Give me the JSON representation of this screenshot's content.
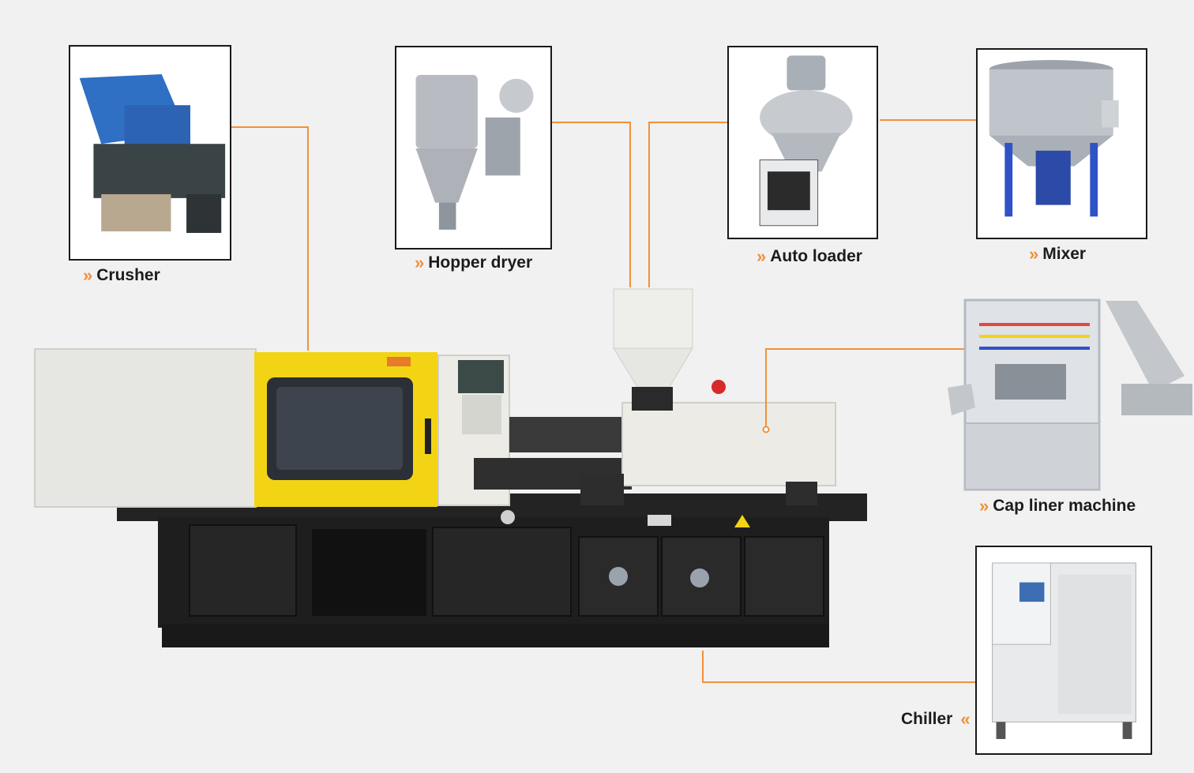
{
  "colors": {
    "connector": "#f0913a",
    "machine_yellow": "#f2d414",
    "machine_black": "#1f1f1f"
  },
  "labels": {
    "crusher": "Crusher",
    "hopper_dryer": "Hopper dryer",
    "auto_loader": "Auto loader",
    "mixer": "Mixer",
    "cap_liner": "Cap liner machine",
    "chiller": "Chiller"
  },
  "icons": {
    "chevron": "»",
    "chevron_left": "«"
  }
}
